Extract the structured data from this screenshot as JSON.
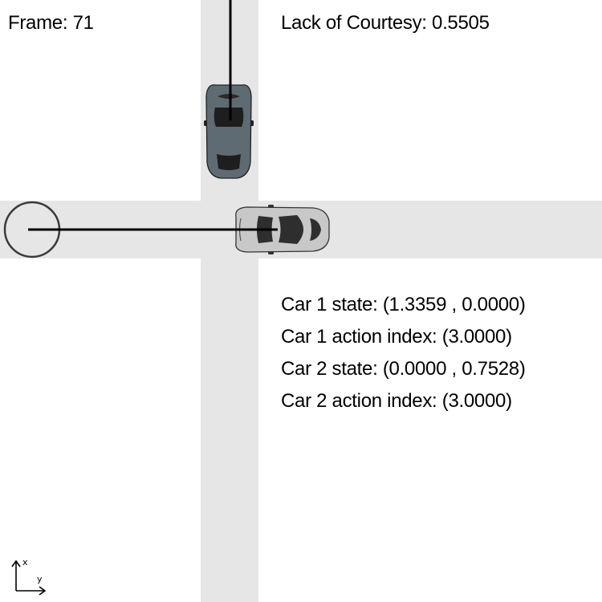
{
  "hud": {
    "frame_label": "Frame: 71",
    "courtesy_label": "Lack of Courtesy: 0.5505"
  },
  "info": {
    "car1_state": "Car 1 state: (1.3359 , 0.0000)",
    "car1_action": "Car 1 action index: (3.0000)",
    "car2_state": "Car 2 state: (0.0000 , 0.7528)",
    "car2_action": "Car 2 action index: (3.0000)"
  },
  "axes": {
    "x_label": "x",
    "y_label": "y"
  },
  "colors": {
    "road": "#e6e6e6",
    "background": "#ffffff",
    "car1_body": "#5f6b72",
    "car2_body": "#c4c4c4",
    "trajectory": "#000000",
    "goal_marker": "#3a3a3a"
  }
}
